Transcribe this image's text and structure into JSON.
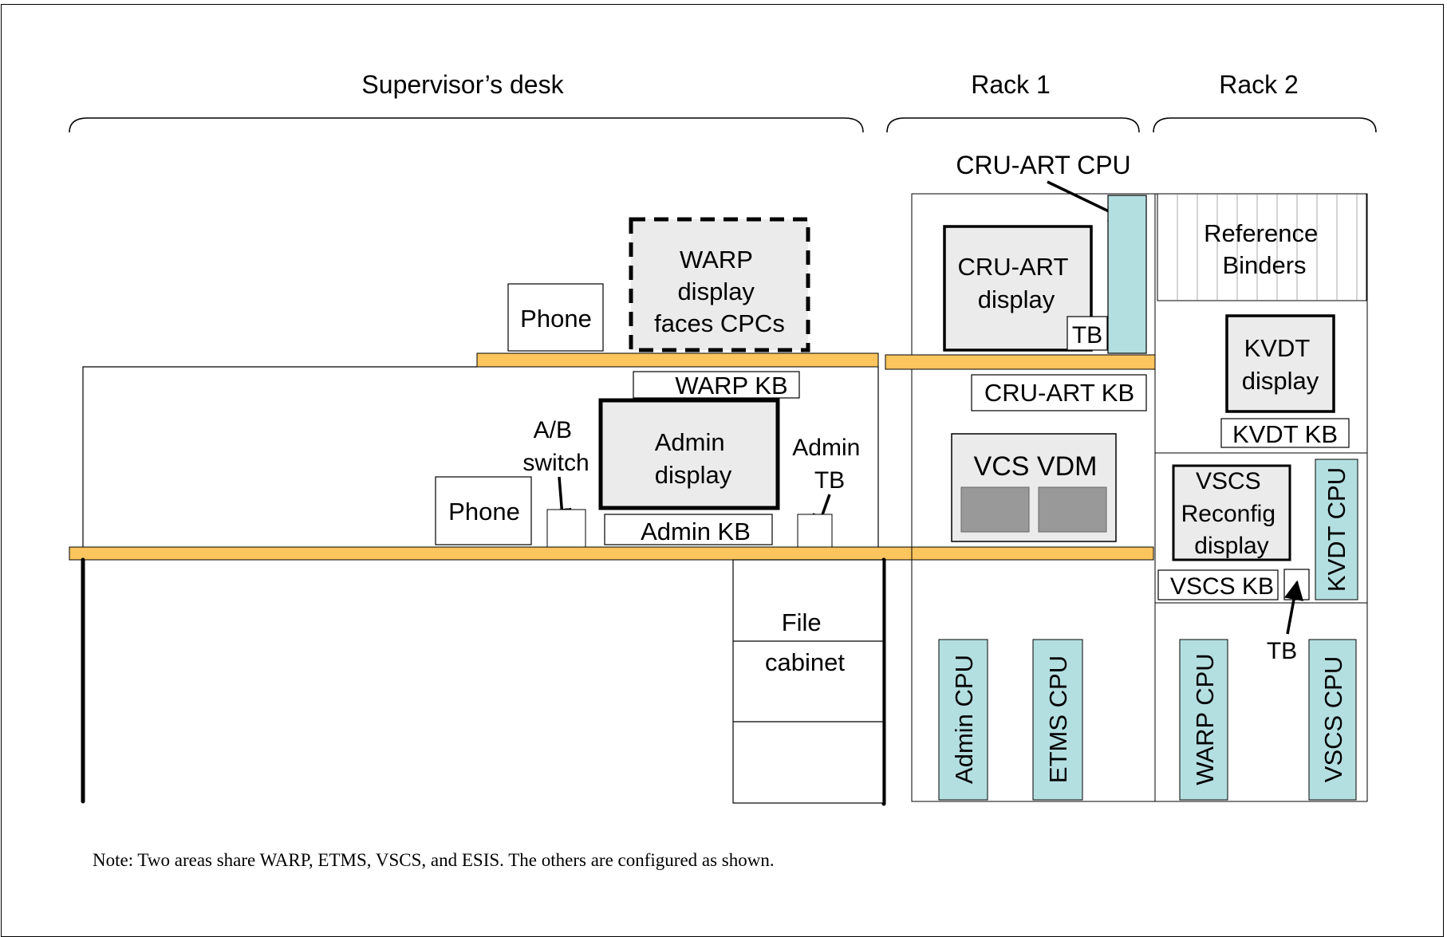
{
  "headers": {
    "desk": "Supervisor’s desk",
    "rack1": "Rack 1",
    "rack2": "Rack 2"
  },
  "desk": {
    "phone_top": "Phone",
    "warp_display": [
      "WARP",
      "display",
      "faces CPCs"
    ],
    "warp_kb": "WARP KB",
    "ab_switch": [
      "A/B",
      "switch"
    ],
    "admin_display": [
      "Admin",
      "display"
    ],
    "admin_tb": [
      "Admin",
      "TB"
    ],
    "phone_bottom": "Phone",
    "admin_kb": "Admin KB",
    "file_cabinet": [
      "File",
      "cabinet"
    ]
  },
  "rack1": {
    "cru_art_cpu": "CRU-ART CPU",
    "cru_art_display": [
      "CRU-ART",
      "display"
    ],
    "tb": "TB",
    "cru_art_kb": "CRU-ART KB",
    "vcs_vdm": "VCS VDM",
    "admin_cpu": "Admin CPU",
    "etms_cpu": "ETMS CPU"
  },
  "rack2": {
    "reference_binders": [
      "Reference",
      "Binders"
    ],
    "kvdt_display": [
      "KVDT",
      "display"
    ],
    "kvdt_kb": "KVDT KB",
    "vscs_display": [
      "VSCS",
      "Reconfig",
      "display"
    ],
    "kvdt_cpu": "KVDT CPU",
    "vscs_kb": "VSCS KB",
    "tb": "TB",
    "warp_cpu": "WARP CPU",
    "vscs_cpu": "VSCS CPU"
  },
  "note": "Note: Two areas share WARP, ETMS, VSCS, and ESIS. The others are configured as shown.",
  "colors": {
    "shelf": "#fcc55e",
    "cpu": "#b4dfe1",
    "display": "#ebebeb",
    "vdm_screen": "#999999"
  }
}
